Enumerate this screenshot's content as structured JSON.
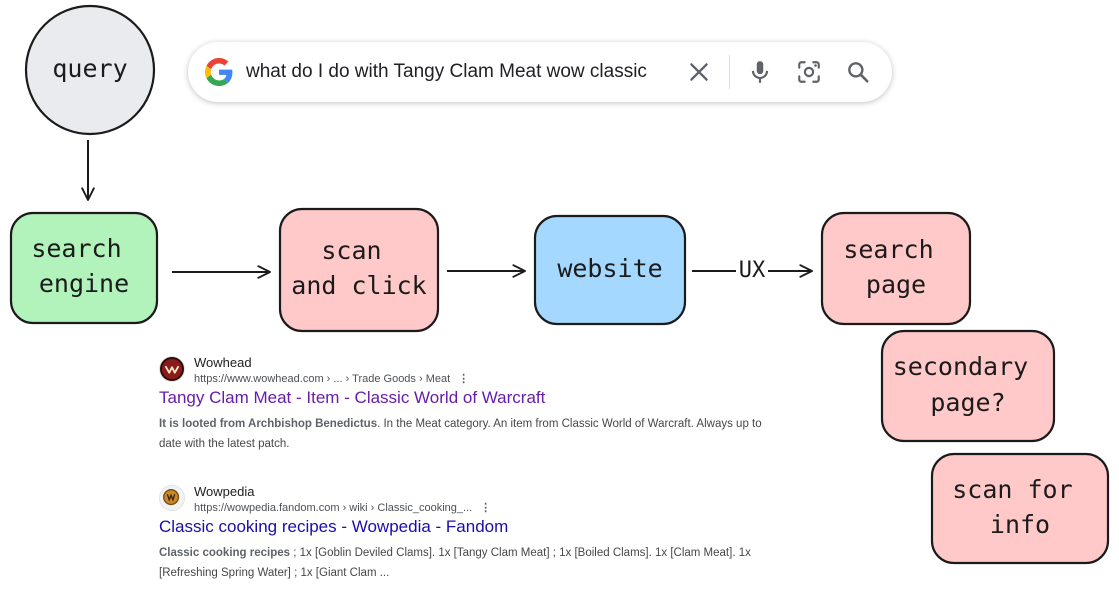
{
  "search": {
    "query": "what do I do with Tangy Clam Meat wow classic",
    "icons": [
      "google-g-icon",
      "close-icon",
      "microphone-icon",
      "lens-camera-icon",
      "search-icon"
    ],
    "colors": {
      "blue": "#4285F4",
      "red": "#EA4335",
      "yellow": "#FBBC05",
      "green": "#34A853"
    }
  },
  "diagram": {
    "nodes": {
      "query": {
        "lines": [
          "query"
        ],
        "fill": "#e9ebee"
      },
      "search_engine": {
        "lines": [
          "search",
          "engine"
        ],
        "fill": "#b2f2bb"
      },
      "scan_click": {
        "lines": [
          "scan",
          "and click"
        ],
        "fill": "#ffc9c9"
      },
      "website": {
        "lines": [
          "website"
        ],
        "fill": "#a5d8ff"
      },
      "search_page": {
        "lines": [
          "search",
          "page"
        ],
        "fill": "#ffc9c9"
      },
      "secondary_page": {
        "lines": [
          "secondary",
          "page?"
        ],
        "fill": "#ffc9c9"
      },
      "scan_info": {
        "lines": [
          "scan for",
          "info"
        ],
        "fill": "#ffc9c9"
      }
    },
    "edge_label_ux": "UX"
  },
  "results": [
    {
      "site": "Wowhead",
      "url": "https://www.wowhead.com › ... › Trade Goods › Meat",
      "title": "Tangy Clam Meat - Item - Classic World of Warcraft",
      "title_color": "#681da8",
      "snippet_bold": "It is looted from Archbishop Benedictus",
      "snippet_rest": ". In the Meat category. An item from Classic World of Warcraft. Always up to date with the latest patch."
    },
    {
      "site": "Wowpedia",
      "url": "https://wowpedia.fandom.com › wiki › Classic_cooking_...",
      "title": "Classic cooking recipes - Wowpedia - Fandom",
      "title_color": "#1a0dab",
      "snippet_bold": "Classic cooking recipes",
      "snippet_rest": " ; 1x [Goblin Deviled Clams]. 1x [Tangy Clam Meat] ; 1x [Boiled Clams]. 1x [Clam Meat]. 1x [Refreshing Spring Water] ; 1x [Giant Clam ..."
    }
  ]
}
